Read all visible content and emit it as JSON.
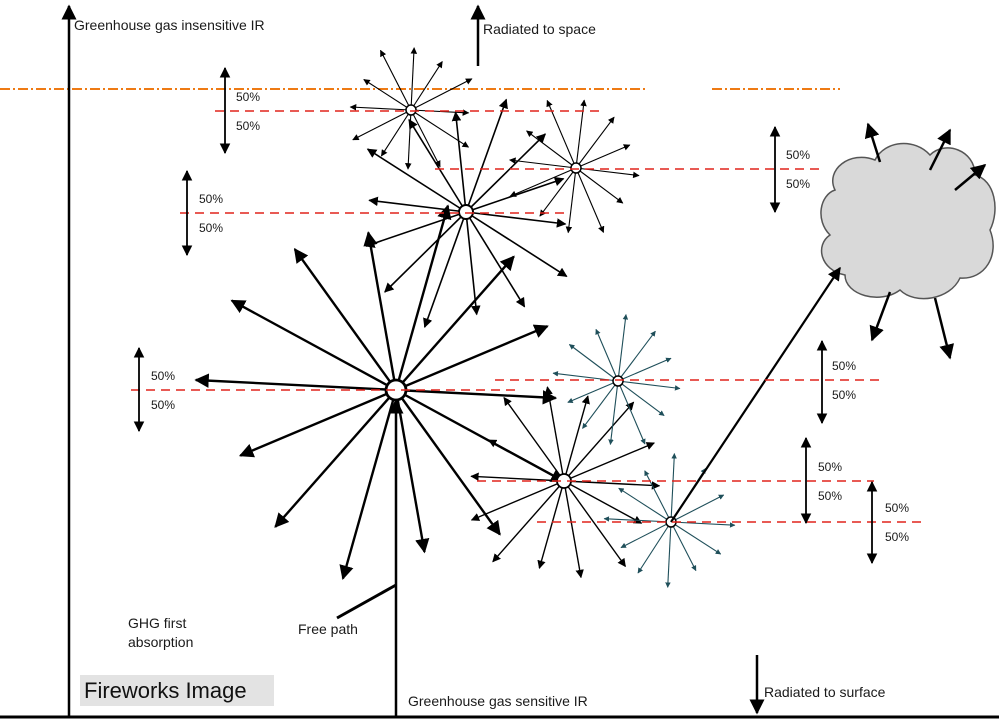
{
  "labels": {
    "insensitive_ir": "Greenhouse gas insensitive IR",
    "radiated_space": "Radiated to space",
    "sensitive_ir": "Greenhouse gas sensitive IR",
    "radiated_surface": "Radiated to surface",
    "ghg_first_line1": "GHG first",
    "ghg_first_line2": "absorption",
    "free_path": "Free path",
    "title": "Fireworks Image"
  },
  "split": {
    "upper": "50%",
    "lower": "50%"
  },
  "colors": {
    "ink": "#000000",
    "dashed_level": "#e0231c",
    "top_of_atmosphere": "#ee7a14",
    "cloud_fill": "#d9d9d9",
    "cloud_stroke": "#555555",
    "small_arrow_tint": "#1f4f5a"
  }
}
